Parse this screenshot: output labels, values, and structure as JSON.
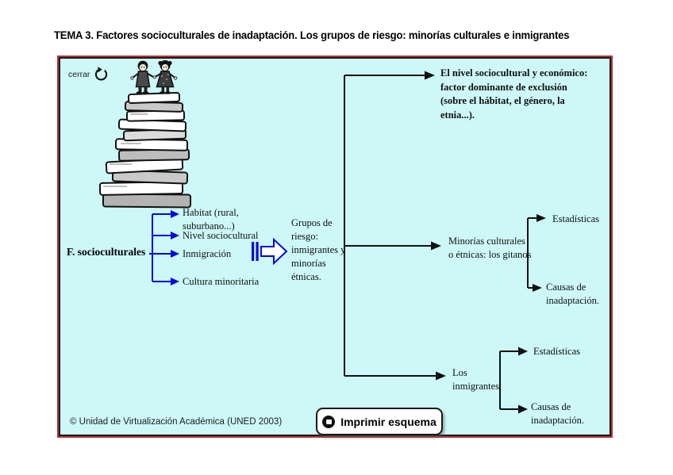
{
  "title": "TEMA 3. Factores socioculturales de inadaptación. Los grupos de riesgo: minorías culturales e inmigrantes",
  "toolbar": {
    "close_label": "cerrar"
  },
  "diagram": {
    "root_label": "F.  socioculturales",
    "factor_habitat_lines": [
      "Habitat (rural,",
      "suburbano...)"
    ],
    "factor_nivel": "Nivel sociocultural",
    "factor_inmigracion": "Inmigración",
    "factor_cultura": "Cultura minoritaria",
    "center_note_lines": [
      "Grupos de",
      "riesgo:",
      "inmigrantes y",
      "minorías",
      "étnicas."
    ],
    "top_branch_lines": [
      "El nivel sociocultural y económico:",
      "factor dominante de exclusión",
      "(sobre el hábitat, el género, la",
      "etnia...)."
    ],
    "middle_branch_lines": [
      "Minorías culturales",
      "o étnicas: los gitanos"
    ],
    "bottom_branch_lines": [
      "Los",
      "inmigrantes."
    ],
    "stats_label": "Estadísticas",
    "causes_lines": [
      "Causas de",
      "inadaptación."
    ]
  },
  "footer": {
    "copyright": "© Unidad de Virtualización Académica (UNED 2003)",
    "print_button_label": "Imprimir esquema"
  },
  "colors": {
    "panel_bg": "#cdf8f7",
    "panel_border_inner": "#1a1a1a",
    "panel_border_outer": "#b23333",
    "accent_blue": "#0009e0",
    "line_black": "#111111"
  }
}
